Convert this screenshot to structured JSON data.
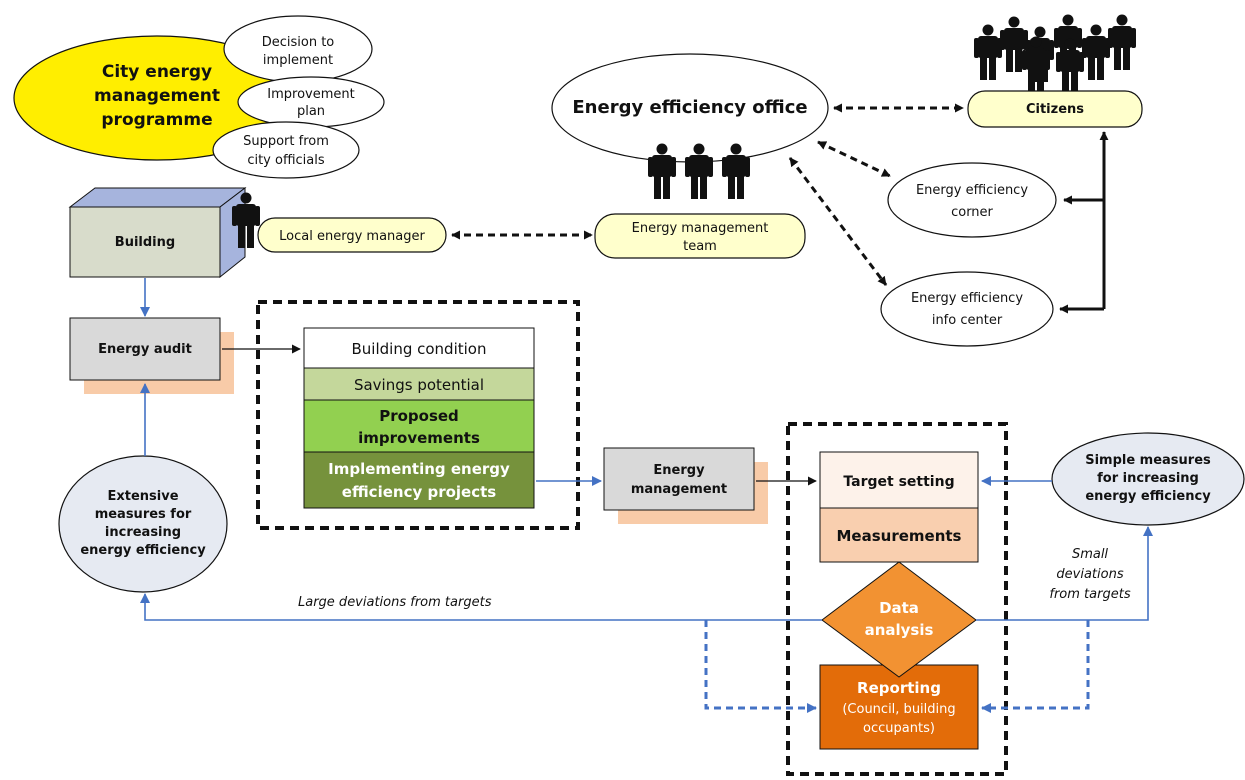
{
  "programme": {
    "title_lines": [
      "City energy",
      "management",
      "programme"
    ],
    "decision_lines": [
      "Decision to",
      "implement"
    ],
    "improvement_lines": [
      "Improvement",
      "plan"
    ],
    "support_lines": [
      "Support from",
      "city officials"
    ]
  },
  "office": {
    "title": "Energy efficiency office",
    "team_lines": [
      "Energy management",
      "team"
    ],
    "citizens": "Citizens",
    "corner_lines": [
      "Energy efficiency",
      "corner"
    ],
    "info_lines": [
      "Energy efficiency",
      "info center"
    ]
  },
  "building": {
    "label": "Building",
    "manager": "Local energy manager",
    "audit": "Energy audit"
  },
  "audit_results": {
    "building_condition": "Building condition",
    "savings_potential": "Savings potential",
    "proposed_lines": [
      "Proposed",
      "improvements"
    ],
    "implementing_lines": [
      "Implementing energy",
      "efficiency projects"
    ]
  },
  "management": {
    "energy_management_lines": [
      "Energy",
      "management"
    ],
    "target_setting": "Target setting",
    "measurements": "Measurements",
    "data_analysis_lines": [
      "Data",
      "analysis"
    ],
    "reporting_lines": [
      "Reporting",
      "(Council, building",
      "occupants)"
    ]
  },
  "feedback": {
    "extensive_lines": [
      "Extensive",
      "measures for",
      "increasing",
      "energy efficiency"
    ],
    "simple_lines": [
      "Simple measures",
      "for increasing",
      "energy efficiency"
    ],
    "large_deviations": "Large deviations from targets",
    "small_lines": [
      "Small",
      "deviations",
      "from targets"
    ]
  },
  "colors": {
    "programme_yellow": "#ffee00",
    "pill_yellow": "#ffffcc",
    "box_gray": "#d9d9d9",
    "shadow_peach": "#f8cba8",
    "building_front": "#d8dccb",
    "building_side": "#a6b4dd",
    "savings_green": "#c4d79b",
    "proposed_green": "#92d050",
    "implementing_green": "#76923c",
    "target_fill": "#fdf2ea",
    "measurements_fill": "#f9cfaf",
    "analysis_orange": "#f29232",
    "reporting_orange": "#e36c09",
    "ellipse_blue_gray": "#e6eaf2",
    "arrow_blue": "#4472c4"
  }
}
